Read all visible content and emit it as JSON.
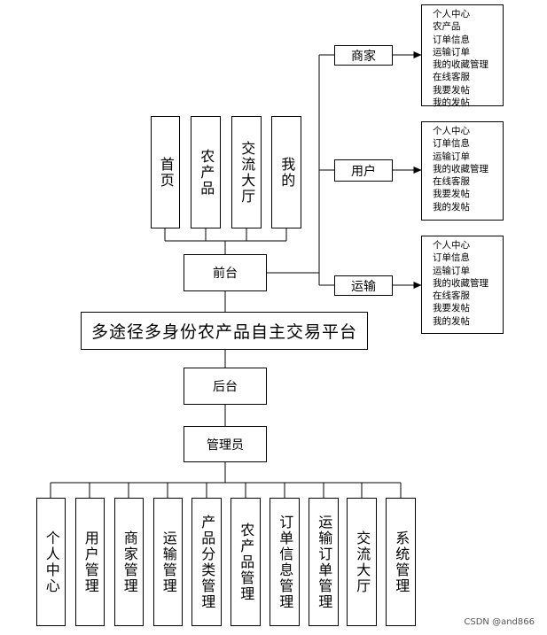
{
  "platform_title": "多途径多身份农产品自主交易平台",
  "frontend": {
    "label": "前台",
    "pages": [
      "首页",
      "农产品",
      "交流大厅",
      "我的"
    ]
  },
  "roles": [
    {
      "name": "商家",
      "functions": [
        "个人中心",
        "农产品",
        "订单信息",
        "运输订单",
        "我的收藏管理",
        "在线客服",
        "我要发帖",
        "我的发帖"
      ]
    },
    {
      "name": "用户",
      "functions": [
        "个人中心",
        "订单信息",
        "运输订单",
        "我的收藏管理",
        "在线客服",
        "我要发帖",
        "我的发帖"
      ]
    },
    {
      "name": "运输",
      "functions": [
        "个人中心",
        "订单信息",
        "运输订单",
        "我的收藏管理",
        "在线客服",
        "我要发帖",
        "我的发帖"
      ]
    }
  ],
  "backend": {
    "label": "后台",
    "admin": "管理员",
    "modules": [
      "个人中心",
      "用户管理",
      "商家管理",
      "运输管理",
      "产品分类管理",
      "农产品管理",
      "订单信息管理",
      "运输订单管理",
      "交流大厅",
      "系统管理"
    ]
  },
  "watermark": "CSDN @and866"
}
